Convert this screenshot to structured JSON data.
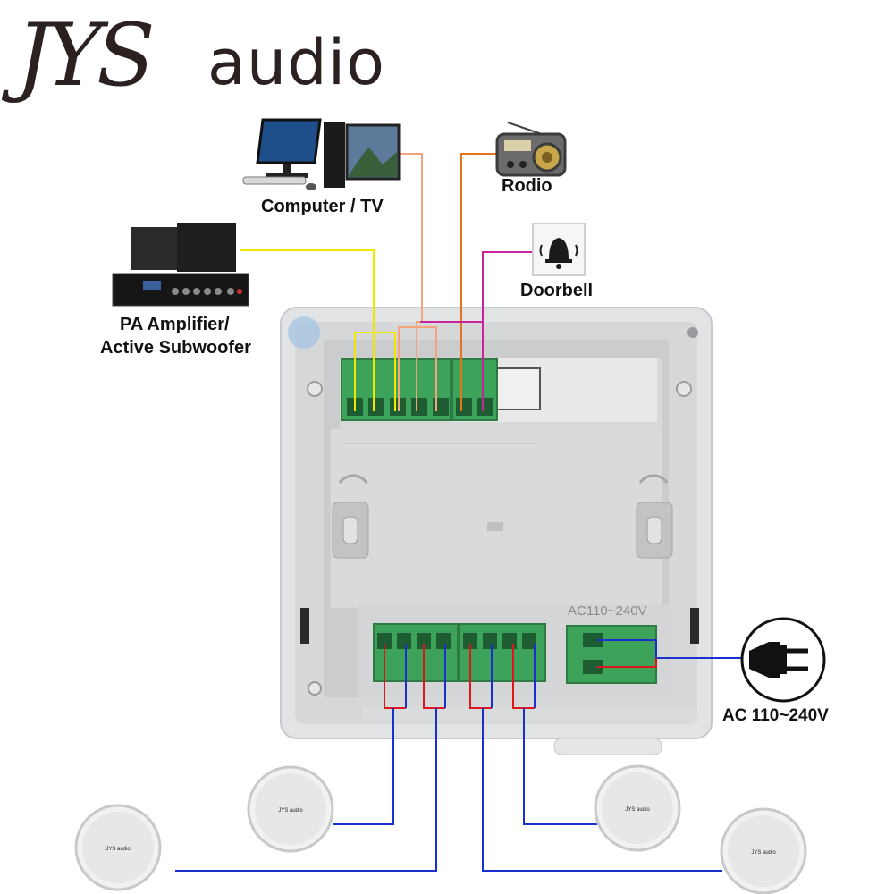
{
  "brand": {
    "logo_prefix": "JYS",
    "logo_suffix": "audio"
  },
  "devices": {
    "computer_tv": "Computer / TV",
    "radio": "Rodio",
    "doorbell": "Doorbell",
    "pa_amplifier_line1": "PA Amplifier/",
    "pa_amplifier_line2": "Active Subwoofer",
    "power": "AC 110~240V"
  },
  "panel": {
    "power_print": "AC110~240V"
  },
  "speakers": {
    "badge": "JYS audio"
  },
  "colors": {
    "yellow_wire": "#f2e600",
    "salmon_wire": "#f5a37a",
    "orange_wire": "#e5731c",
    "magenta_wire": "#c6249a",
    "red_wire": "#e0141c",
    "blue_wire": "#1b2fd0",
    "terminal_green": "#3ea35a",
    "panel_gray": "#d2d3d5"
  }
}
